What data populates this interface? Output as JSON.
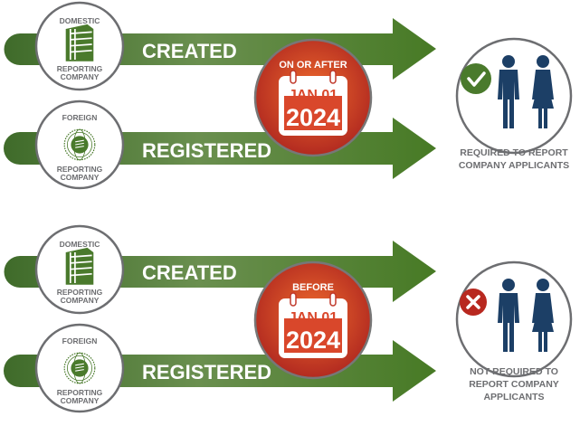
{
  "sections": [
    {
      "domestic": {
        "top": "DOMESTIC",
        "line1": "REPORTING",
        "line2": "COMPANY"
      },
      "foreign": {
        "top": "FOREIGN",
        "line1": "REPORTING",
        "line2": "COMPANY"
      },
      "arrow1_label": "CREATED",
      "arrow2_label": "REGISTERED",
      "badge": {
        "heading": "ON OR AFTER",
        "date": "JAN 01",
        "year": "2024"
      },
      "result_icon": "check-icon",
      "caption": [
        "REQUIRED TO REPORT",
        "COMPANY APPLICANTS"
      ]
    },
    {
      "domestic": {
        "top": "DOMESTIC",
        "line1": "REPORTING",
        "line2": "COMPANY"
      },
      "foreign": {
        "top": "FOREIGN",
        "line1": "REPORTING",
        "line2": "COMPANY"
      },
      "arrow1_label": "CREATED",
      "arrow2_label": "REGISTERED",
      "badge": {
        "heading": "BEFORE",
        "date": "JAN 01",
        "year": "2024"
      },
      "result_icon": "x-icon",
      "caption": [
        "NOT REQUIRED TO",
        "REPORT COMPANY",
        "APPLICANTS"
      ]
    }
  ],
  "colors": {
    "green": "#4a7a2c",
    "red": "#c0392b",
    "navy": "#1c3f66",
    "gray": "#6d6e71"
  }
}
